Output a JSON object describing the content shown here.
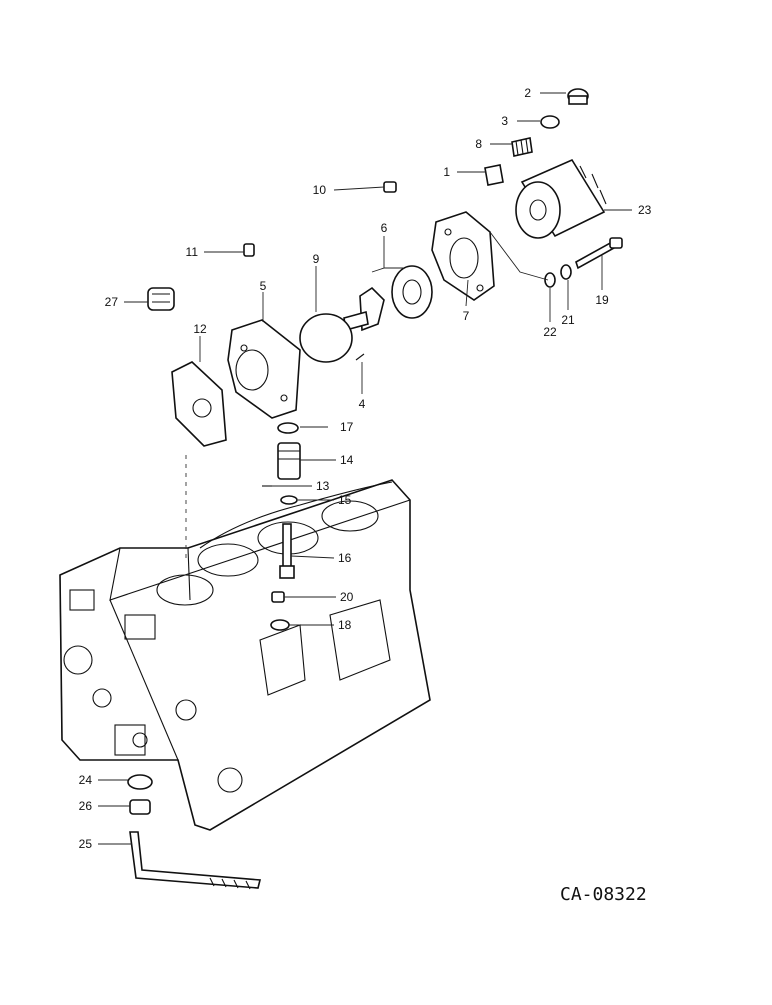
{
  "drawing_code": "CA-08322",
  "callouts": [
    "1",
    "2",
    "3",
    "4",
    "5",
    "6",
    "7",
    "8",
    "9",
    "10",
    "11",
    "12",
    "13",
    "14",
    "15",
    "16",
    "17",
    "18",
    "19",
    "20",
    "21",
    "22",
    "23",
    "24",
    "25",
    "26",
    "27"
  ]
}
